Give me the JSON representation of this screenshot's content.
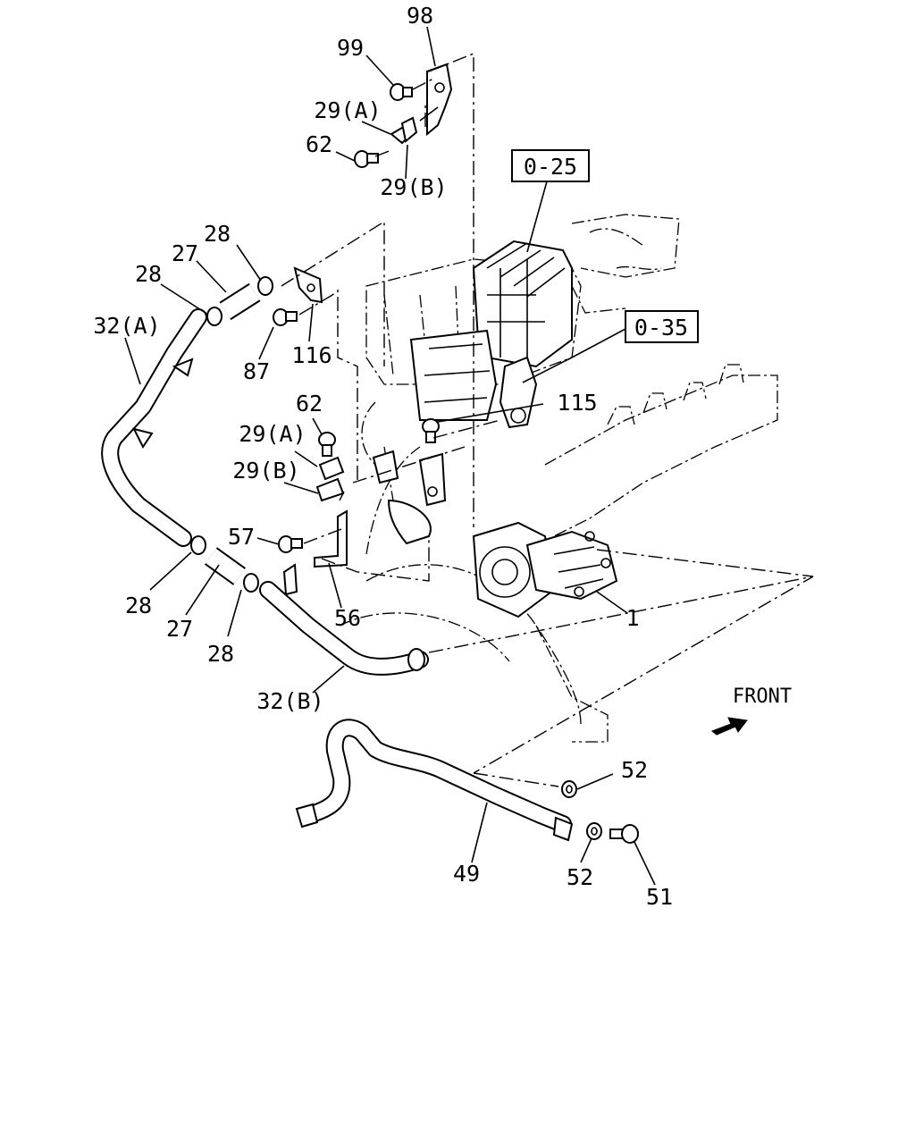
{
  "callouts": {
    "p98": "98",
    "p99": "99",
    "p29a_top": "29(A)",
    "p62_top": "62",
    "p29b_top": "29(B)",
    "ref025": "0-25",
    "ref035": "0-35",
    "p28_a": "28",
    "p27_a": "27",
    "p28_b": "28",
    "p32a": "32(A)",
    "p87": "87",
    "p116": "116",
    "p115": "115",
    "p62_mid": "62",
    "p29a_mid": "29(A)",
    "p29b_mid": "29(B)",
    "p57": "57",
    "p28_c": "28",
    "p27_b": "27",
    "p28_d": "28",
    "p56": "56",
    "p1": "1",
    "p32b": "32(B)",
    "front": "FRONT",
    "p52_a": "52",
    "p49": "49",
    "p52_b": "52",
    "p51": "51"
  },
  "icons": {
    "front_arrow": "front-arrow-icon"
  }
}
